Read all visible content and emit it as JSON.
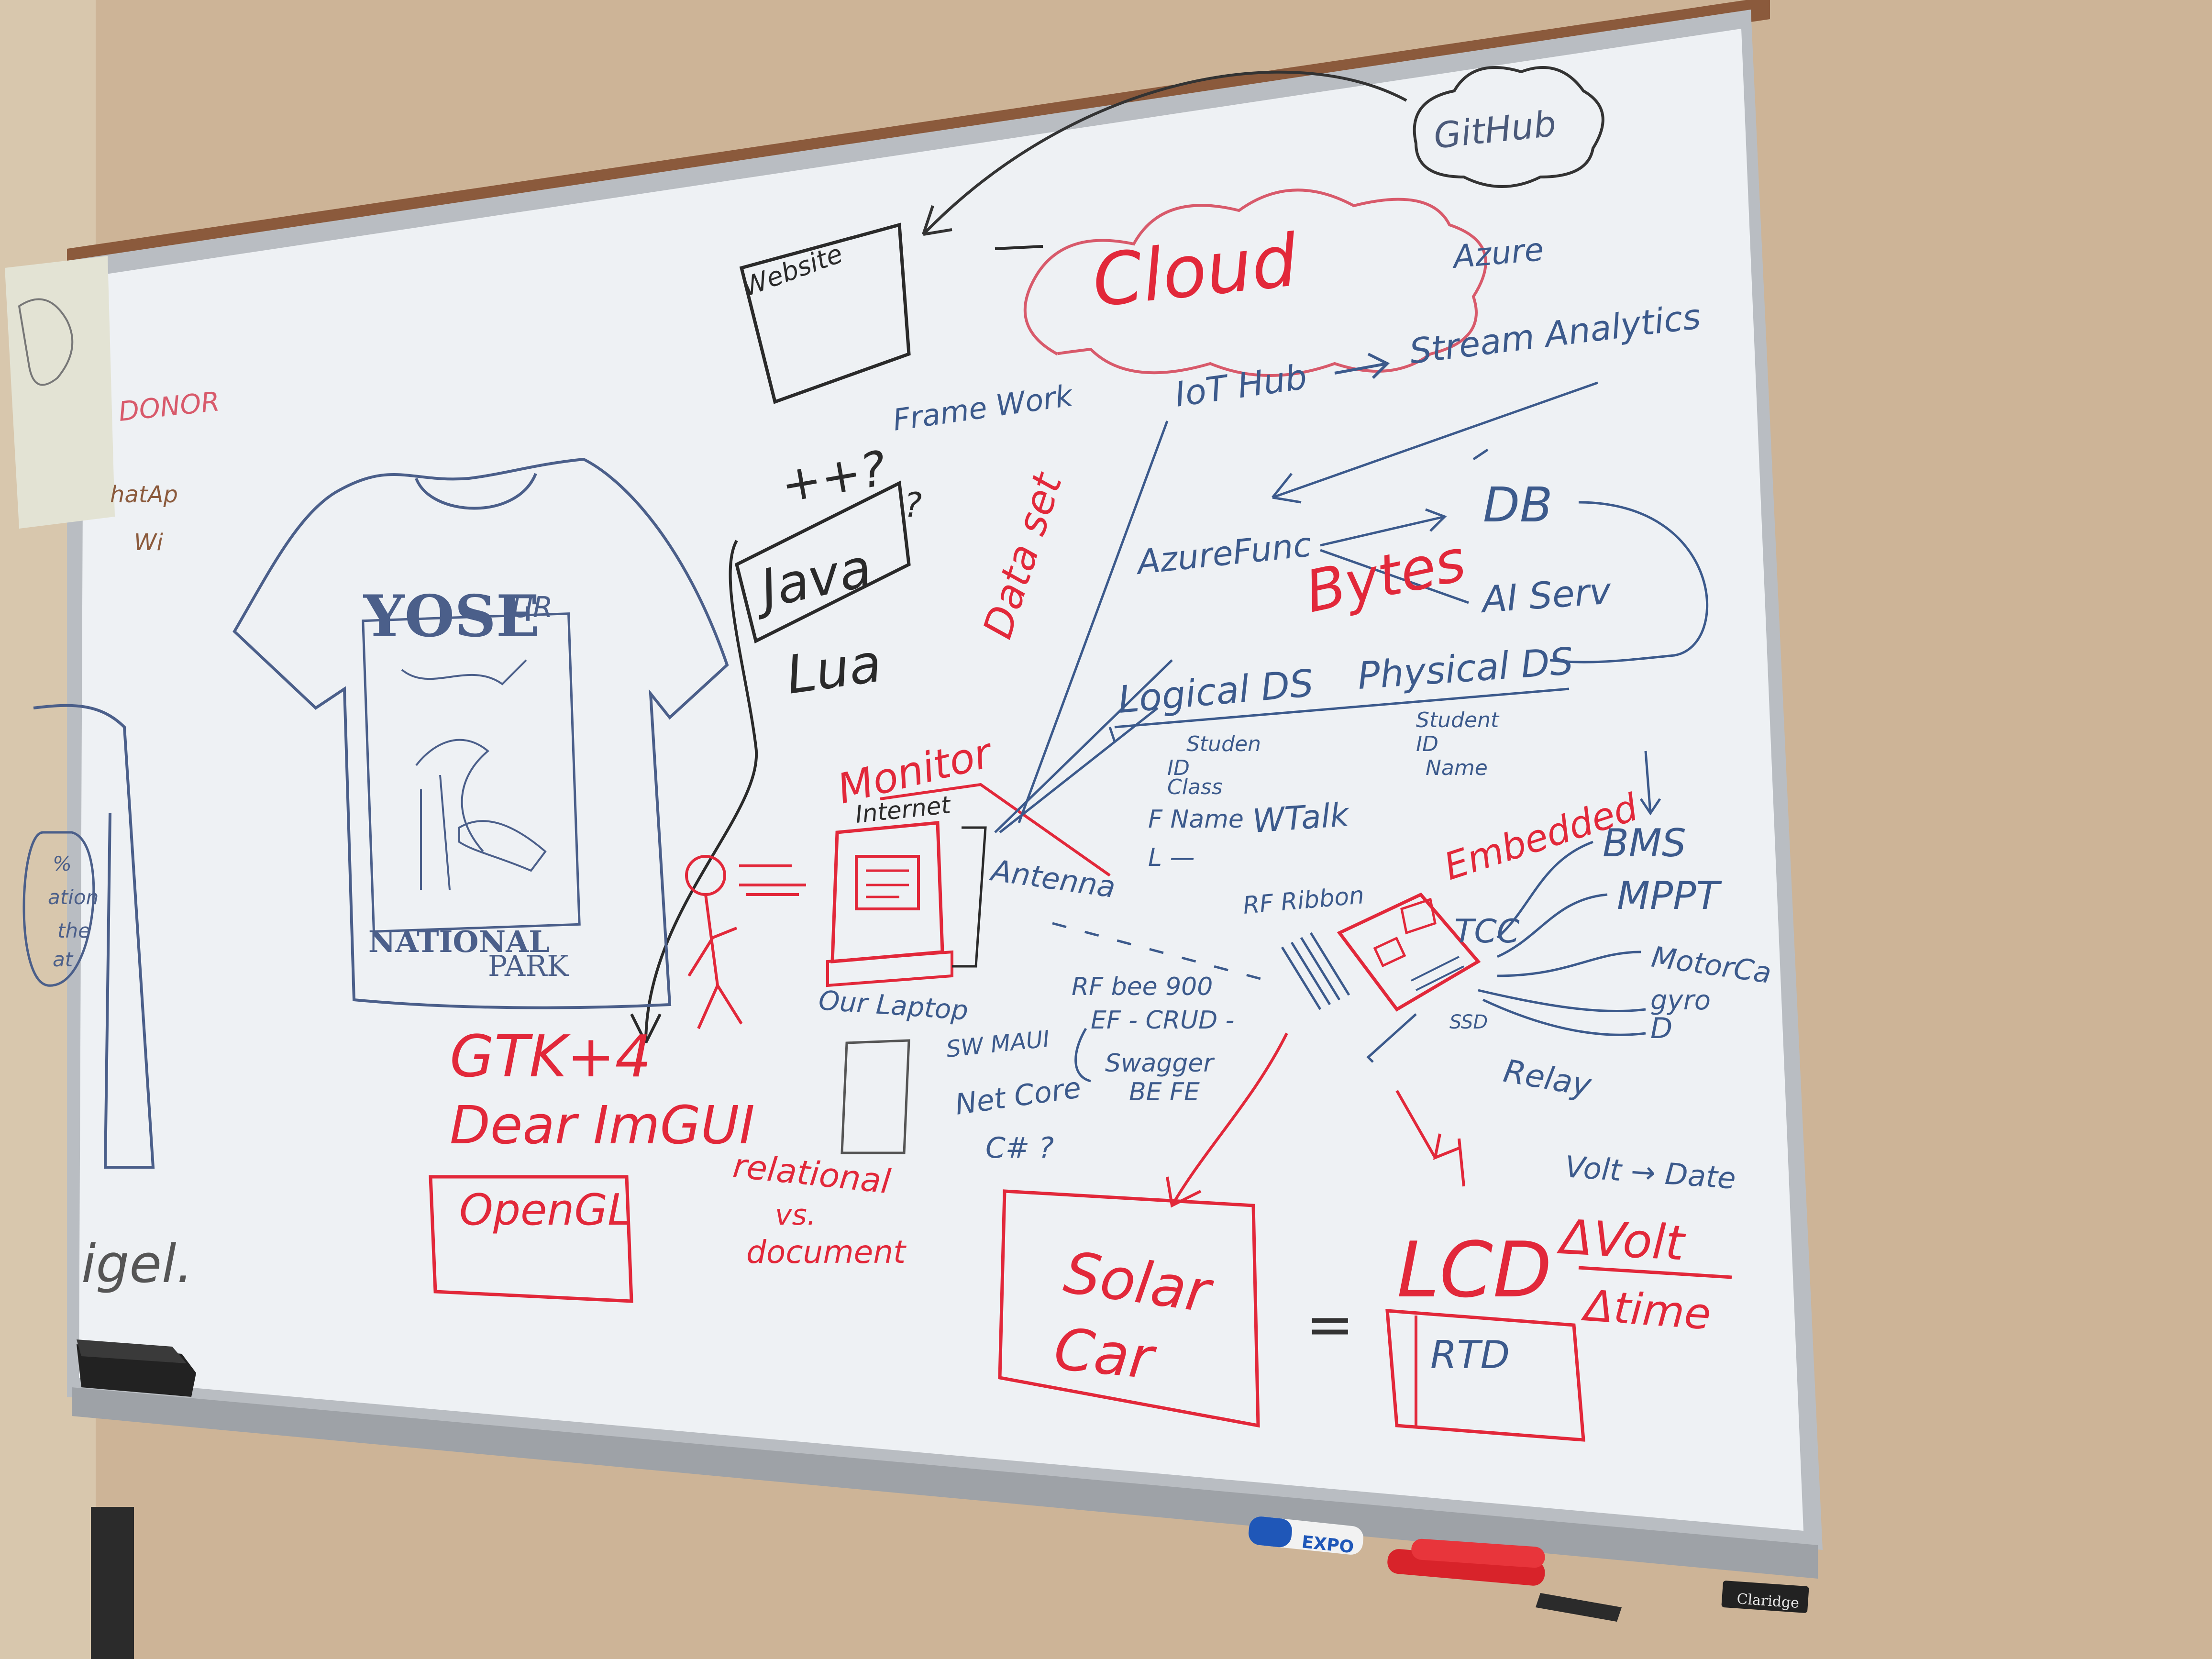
{
  "colors": {
    "wall": "#cdb497",
    "board": "#eef1f4",
    "board_frame": "#b9bdc2",
    "wood_trim": "#8b5a3c",
    "ink_blue": "#3c5a8c",
    "ink_red": "#e2283a",
    "ink_black": "#2a2a2a"
  },
  "whiteboard": {
    "cloud_label": "Cloud",
    "github_label": "GitHub",
    "website_label": "Website",
    "azure_label": "Azure",
    "iot_hub_label": "IoT Hub",
    "stream_analytics_label": "Stream Analytics",
    "framework_label": "Frame Work",
    "plus_label": "++?",
    "java_label": "Java",
    "question_label": "?",
    "lua_label": "Lua",
    "dataset_label": "Data set",
    "db_label": "DB",
    "azure_func_label": "AzureFunc",
    "bytes_label": "Bytes",
    "ai_serv_label": "AI Serv",
    "logical_ds_label": "Logical DS",
    "physical_ds_label": "Physical DS",
    "monitor_label": "Monitor",
    "internet_label": "Internet",
    "antenna_label": "Antenna",
    "our_laptop_label": "Our Laptop",
    "student_left": [
      "Studen",
      "ID",
      "Class",
      "F Name",
      "L —"
    ],
    "student_right": [
      "Student",
      "ID",
      "Name"
    ],
    "wtalk_label": "WTalk",
    "embedded_label": "Embedded",
    "bms_label": "BMS",
    "mppt_label": "MPPT",
    "motor_ca_label": "MotorCa",
    "gyro_label": "gyro",
    "d_label": "D",
    "tcc_label": "TCC",
    "ssd_label": "SSD",
    "relay_label": "Relay",
    "rf_ribbon_label": "RF Ribbon",
    "rf_notes": [
      "RF bee 900",
      "EF - CRUD -",
      "Swagger",
      "BE FE"
    ],
    "sw_maui_label": "SW MAUI",
    "net_core_label": "Net Core",
    "csharp_label": "C# ?",
    "gtk_label": "GTK+4",
    "dear_imgui_label": "Dear ImGUI",
    "opengl_label": "OpenGL",
    "relational_lines": [
      "relational",
      "vs.",
      "document"
    ],
    "solar_car_lines": [
      "Solar",
      "Car"
    ],
    "lcd_label": "LCD",
    "rtd_label": "RTD",
    "volt_date_label": "Volt → Date",
    "delta_volt_label": "ΔVolt",
    "delta_time_label": "Δtime",
    "donor_label": "DONOR",
    "what_label": "hatAp",
    "wi_label": "Wi",
    "miguel_label": "igel.",
    "shirt_left_lines": [
      "%",
      "ation",
      "the",
      "at"
    ],
    "shirt_yose_label": "YOSE",
    "shirt_ur_label": "UR",
    "shirt_national_label": "NATIONAL",
    "shirt_park_label": "PARK",
    "equals_label": "="
  },
  "markers": {
    "expo_label": "EXPO",
    "tray_badge_label": "Claridge"
  }
}
